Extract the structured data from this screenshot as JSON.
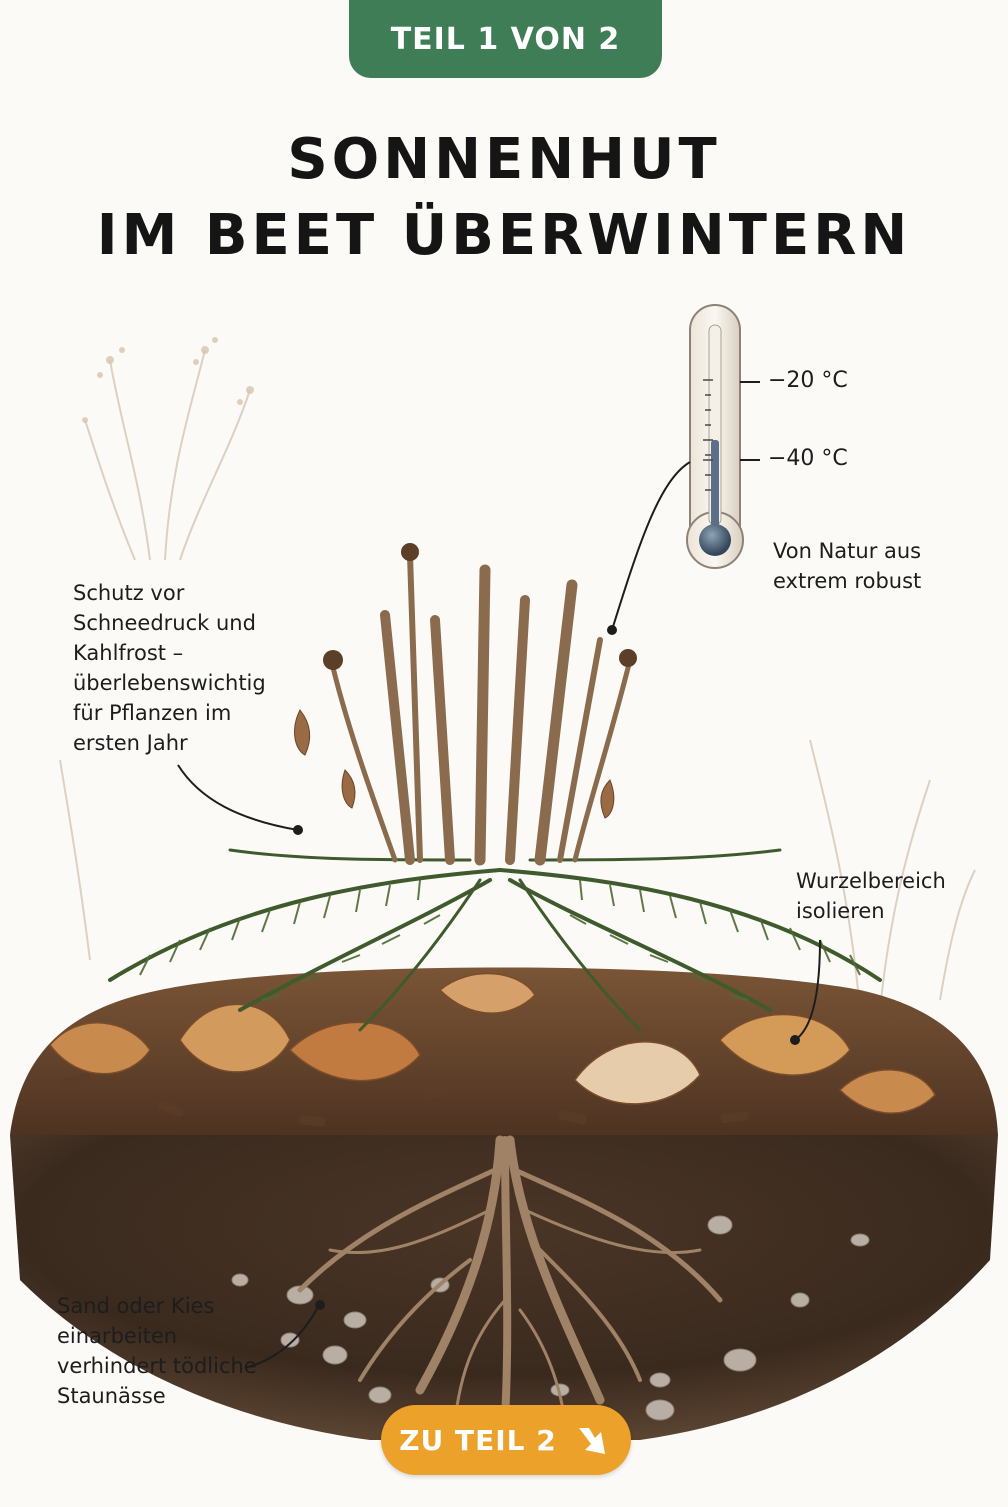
{
  "header": {
    "badge": "TEIL 1 VON 2",
    "title_line1": "SONNENHUT",
    "title_line2": "IM BEET ÜBERWINTERN"
  },
  "thermometer": {
    "mark_upper": "−20 °C",
    "mark_lower": "−40 °C",
    "caption_line1": "Von Natur aus",
    "caption_line2": "extrem robust"
  },
  "annotations": {
    "snow": [
      "Schutz vor",
      "Schneedruck und",
      "Kahlfrost –",
      "überlebenswichtig",
      "für Pflanzen im",
      "ersten Jahr"
    ],
    "roots": [
      "Wurzelbereich",
      "isolieren"
    ],
    "drainage": [
      "Sand oder Kies",
      "einarbeiten",
      "verhindert tödliche",
      "Staunässe"
    ]
  },
  "cta": {
    "label": "ZU TEIL 2"
  },
  "colors": {
    "badge_green": "#3f7d57",
    "cta_orange": "#eba12a",
    "soil_dark": "#3b2a1e",
    "mulch": "#6b4a30",
    "fir_green": "#3f5a2c",
    "leaf_tan": "#c98a4e"
  }
}
